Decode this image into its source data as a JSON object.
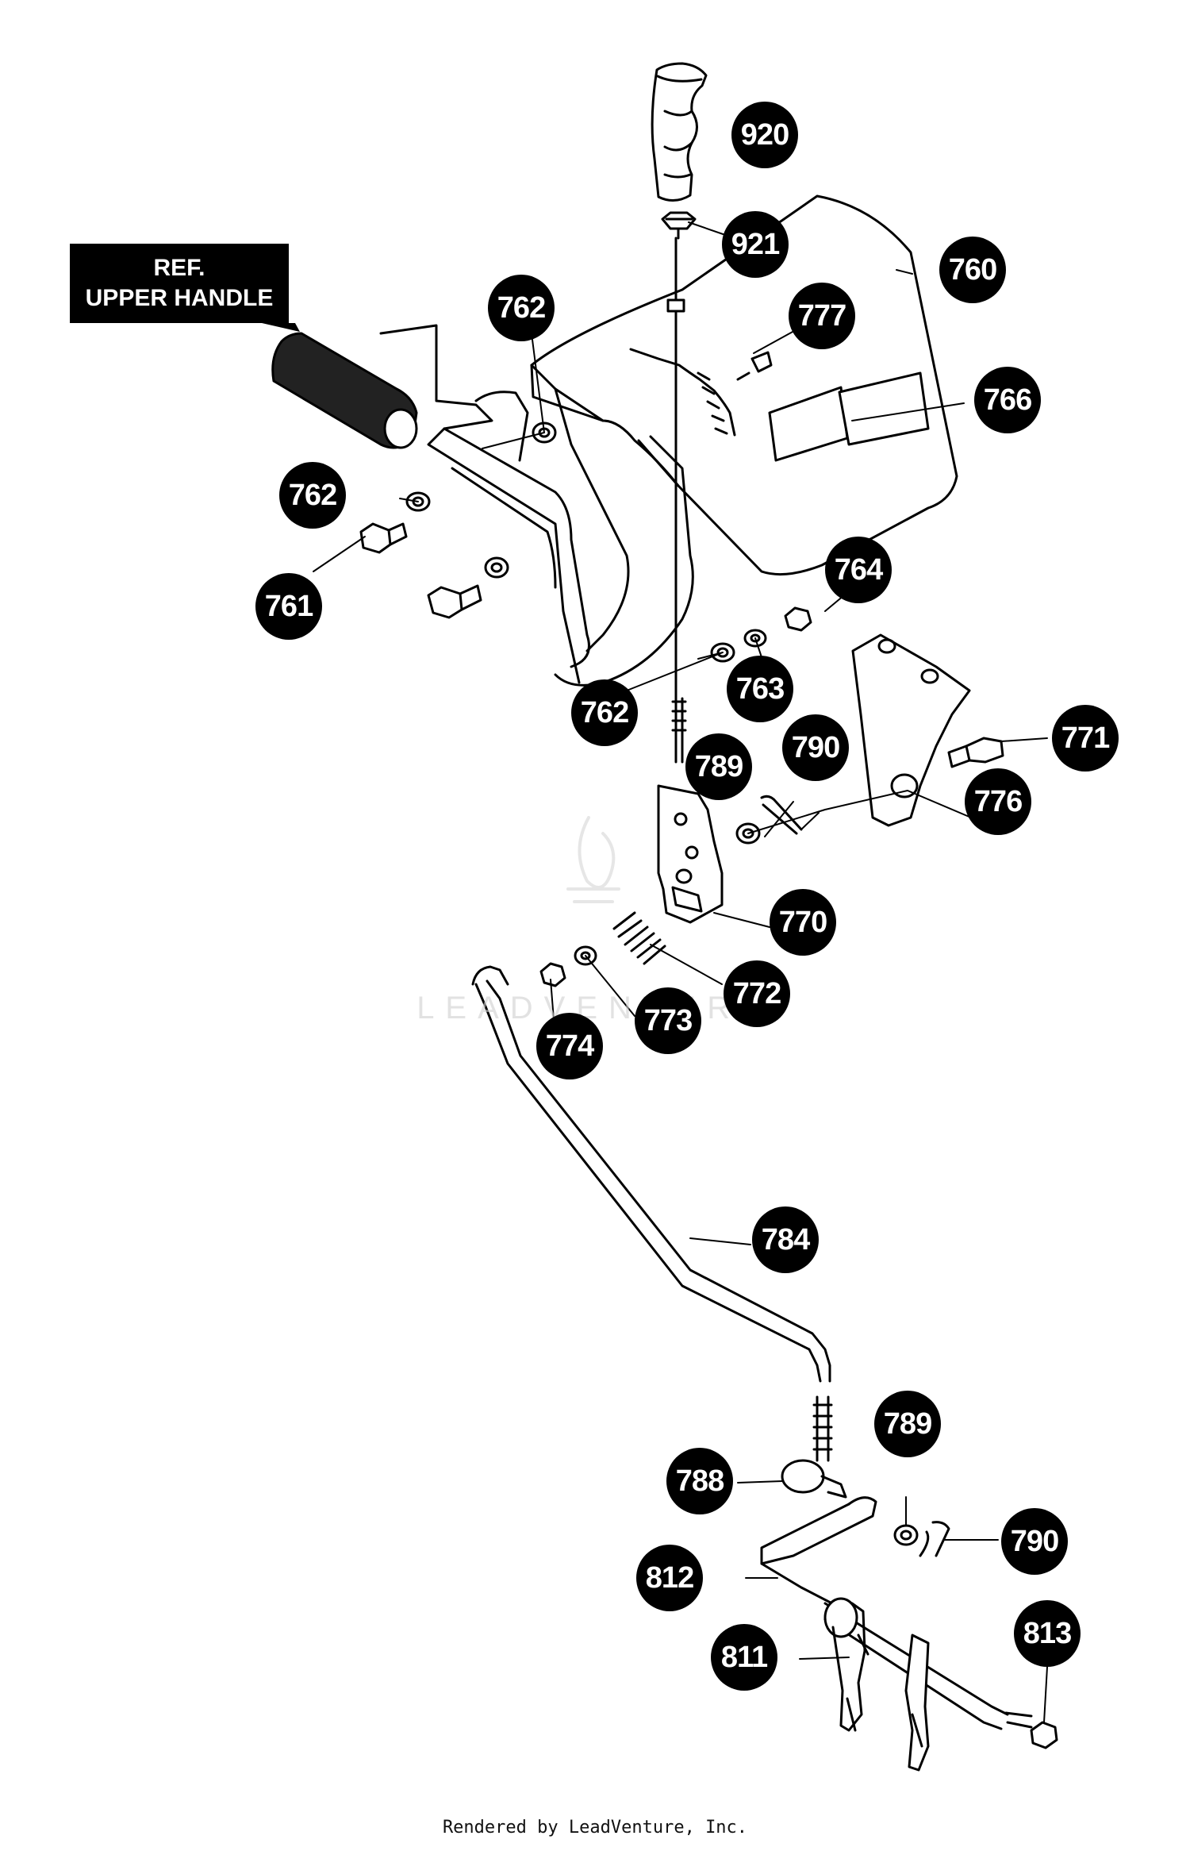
{
  "reference_label": {
    "line1": "REF.",
    "line2": "UPPER HANDLE"
  },
  "watermark": "LEADVENTURE",
  "footer": "Rendered by LeadVenture, Inc.",
  "callouts": [
    {
      "id": "c920",
      "label": "920"
    },
    {
      "id": "c921",
      "label": "921"
    },
    {
      "id": "c760",
      "label": "760"
    },
    {
      "id": "c762a",
      "label": "762"
    },
    {
      "id": "c777",
      "label": "777"
    },
    {
      "id": "c766",
      "label": "766"
    },
    {
      "id": "c762b",
      "label": "762"
    },
    {
      "id": "c761",
      "label": "761"
    },
    {
      "id": "c764",
      "label": "764"
    },
    {
      "id": "c763",
      "label": "763"
    },
    {
      "id": "c762c",
      "label": "762"
    },
    {
      "id": "c771",
      "label": "771"
    },
    {
      "id": "c789a",
      "label": "789"
    },
    {
      "id": "c790a",
      "label": "790"
    },
    {
      "id": "c776",
      "label": "776"
    },
    {
      "id": "c770",
      "label": "770"
    },
    {
      "id": "c772",
      "label": "772"
    },
    {
      "id": "c773",
      "label": "773"
    },
    {
      "id": "c774",
      "label": "774"
    },
    {
      "id": "c784",
      "label": "784"
    },
    {
      "id": "c789b",
      "label": "789"
    },
    {
      "id": "c788",
      "label": "788"
    },
    {
      "id": "c790b",
      "label": "790"
    },
    {
      "id": "c812",
      "label": "812"
    },
    {
      "id": "c813",
      "label": "813"
    },
    {
      "id": "c811",
      "label": "811"
    }
  ]
}
